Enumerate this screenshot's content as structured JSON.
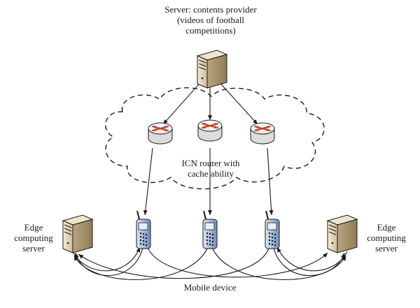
{
  "labels": {
    "server_lines": [
      "Server: contents provider",
      "(videos of football",
      "competitions)"
    ],
    "router_lines": [
      "ICN router with",
      "cache ability"
    ],
    "edge_left_lines": [
      "Edge",
      "computing",
      "server"
    ],
    "edge_right_lines": [
      "Edge",
      "computing",
      "server"
    ],
    "mobile": "Mobile device"
  },
  "colors": {
    "line": "#1a1a1a",
    "server_body": "#e8dcc2",
    "router_arrow": "#c23b22",
    "phone_body": "#7f9ec9"
  },
  "icons": {
    "server": "server-tower-icon",
    "router": "router-icon",
    "phone": "mobile-phone-icon",
    "cloud": "dashed-cloud-outline"
  }
}
